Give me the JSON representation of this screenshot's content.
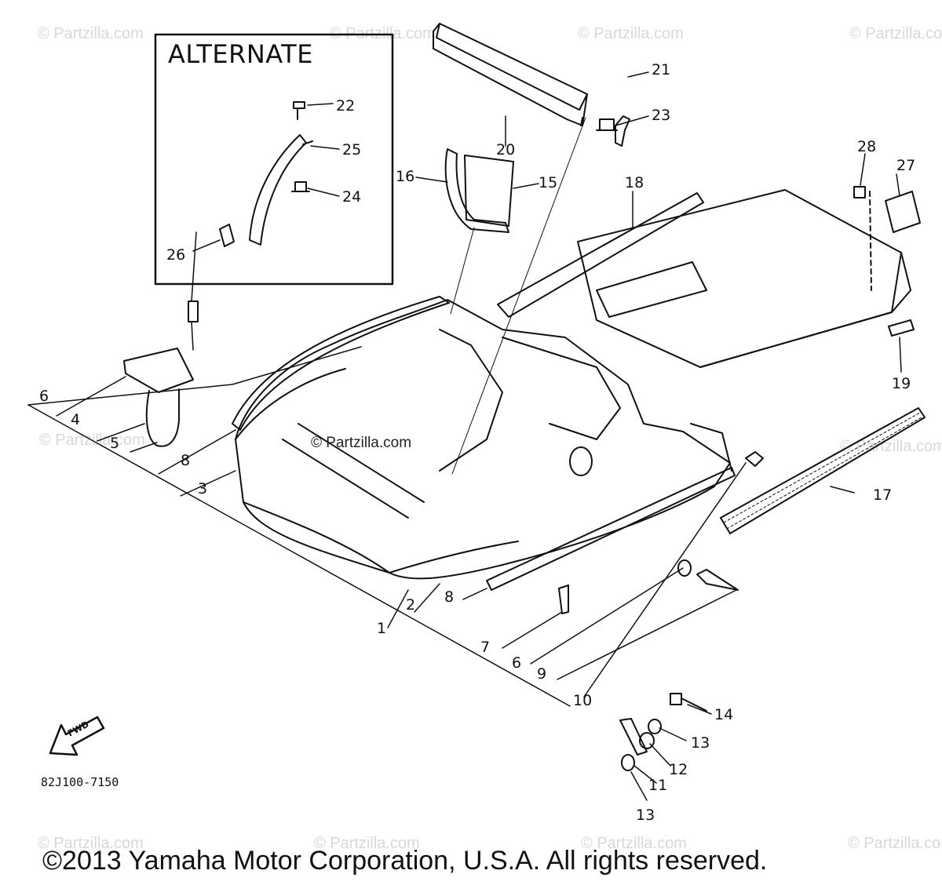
{
  "diagram": {
    "inset_title": "ALTERNATE",
    "part_code": "82J100-7150",
    "fwd_label": "FWD",
    "center_watermark": "© Partzilla.com",
    "watermark": "© Partzilla.com",
    "copyright": "©2013 Yamaha Motor Corporation, U.S.A. All rights reserved.",
    "callouts": {
      "c1": "1",
      "c2": "2",
      "c3": "3",
      "c4": "4",
      "c5": "5",
      "c6a": "6",
      "c6b": "6",
      "c7": "7",
      "c8a": "8",
      "c8b": "8",
      "c9": "9",
      "c10": "10",
      "c11": "11",
      "c12": "12",
      "c13a": "13",
      "c13b": "13",
      "c14": "14",
      "c15": "15",
      "c16": "16",
      "c17": "17",
      "c18": "18",
      "c19": "19",
      "c20": "20",
      "c21": "21",
      "c22": "22",
      "c23": "23",
      "c24": "24",
      "c25": "25",
      "c26": "26",
      "c27": "27",
      "c28": "28"
    }
  },
  "colors": {
    "ink": "#111111",
    "watermark": "#d8d8d8",
    "background": "#ffffff"
  }
}
